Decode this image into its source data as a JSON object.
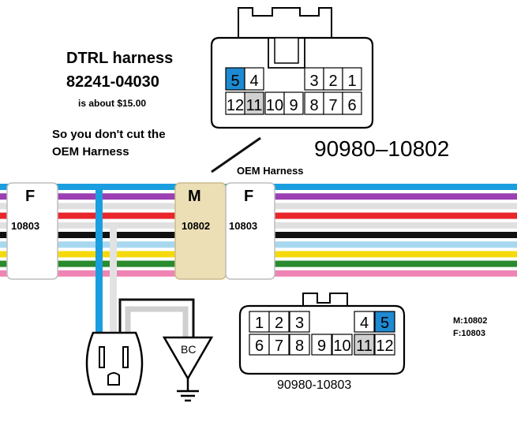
{
  "text": {
    "harness_title": "DTRL harness",
    "part_number": "82241-04030",
    "price_note": "is about $15.00",
    "reason_line1": "So you don't cut the",
    "reason_line2": "OEM Harness",
    "top_connector_part": "90980–10802",
    "oem_label": "OEM Harness",
    "bottom_connector_part": "90980-10803",
    "legend_m": "M:10802",
    "legend_f": "F:10803",
    "outlet_label": "BC"
  },
  "connectors": {
    "left_female": {
      "letter": "F",
      "code": "10803"
    },
    "male": {
      "letter": "M",
      "code": "10802"
    },
    "right_female": {
      "letter": "F",
      "code": "10803"
    }
  },
  "top_connector": {
    "row1": [
      "5",
      "4",
      "",
      "3",
      "2",
      "1"
    ],
    "row2": [
      "12",
      "11",
      "10",
      "9",
      "8",
      "7",
      "6"
    ],
    "highlight_blue": [
      "5"
    ],
    "highlight_gray": [
      "11"
    ]
  },
  "bottom_connector": {
    "row1": [
      "1",
      "2",
      "3",
      "",
      "4",
      "5"
    ],
    "row2": [
      "6",
      "7",
      "8",
      "9",
      "10",
      "11",
      "12"
    ],
    "highlight_blue": [
      "5"
    ],
    "highlight_gray": [
      "11"
    ]
  },
  "wire_colors": [
    "#1a9ee0",
    "#9b3fb2",
    "#e0e0e0",
    "#e8262b",
    "#e0e0e0",
    "#111111",
    "#a8d8ef",
    "#f5d90a",
    "#2a8a2e",
    "#ef84b4"
  ],
  "colors": {
    "pin_blue": "#1e8ad2",
    "pin_gray": "#d0d0d0",
    "male_fill": "#ecdfb6",
    "female_fill": "#ffffff"
  }
}
